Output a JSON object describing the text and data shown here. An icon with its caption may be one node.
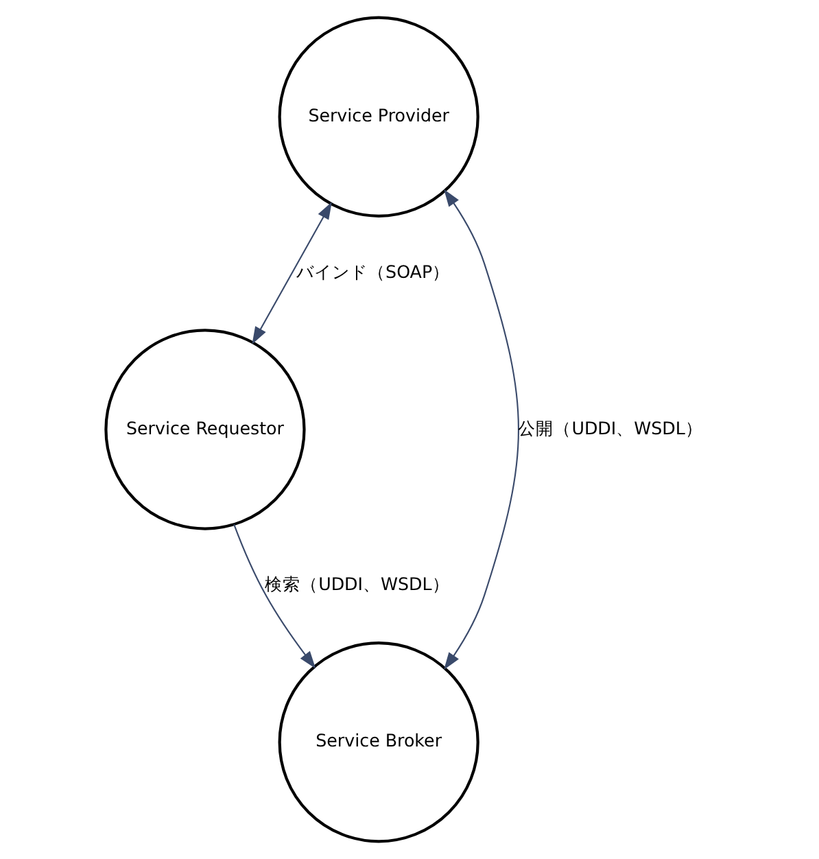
{
  "diagram": {
    "nodes": [
      {
        "text": [
          "Service Provider"
        ]
      },
      {
        "text": [
          "Service Requestor"
        ]
      },
      {
        "text": [
          "Service Broker"
        ]
      }
    ],
    "edges": [
      {
        "from": 0,
        "to": 1,
        "arrow": "both",
        "label": "バインド（SOAP）"
      },
      {
        "from": 0,
        "to": 2,
        "arrow": "both",
        "label": "公開（UDDI、WSDL）"
      },
      {
        "from": 1,
        "to": 2,
        "arrow": "to",
        "label": "検索（UDDI、WSDL）"
      }
    ]
  }
}
